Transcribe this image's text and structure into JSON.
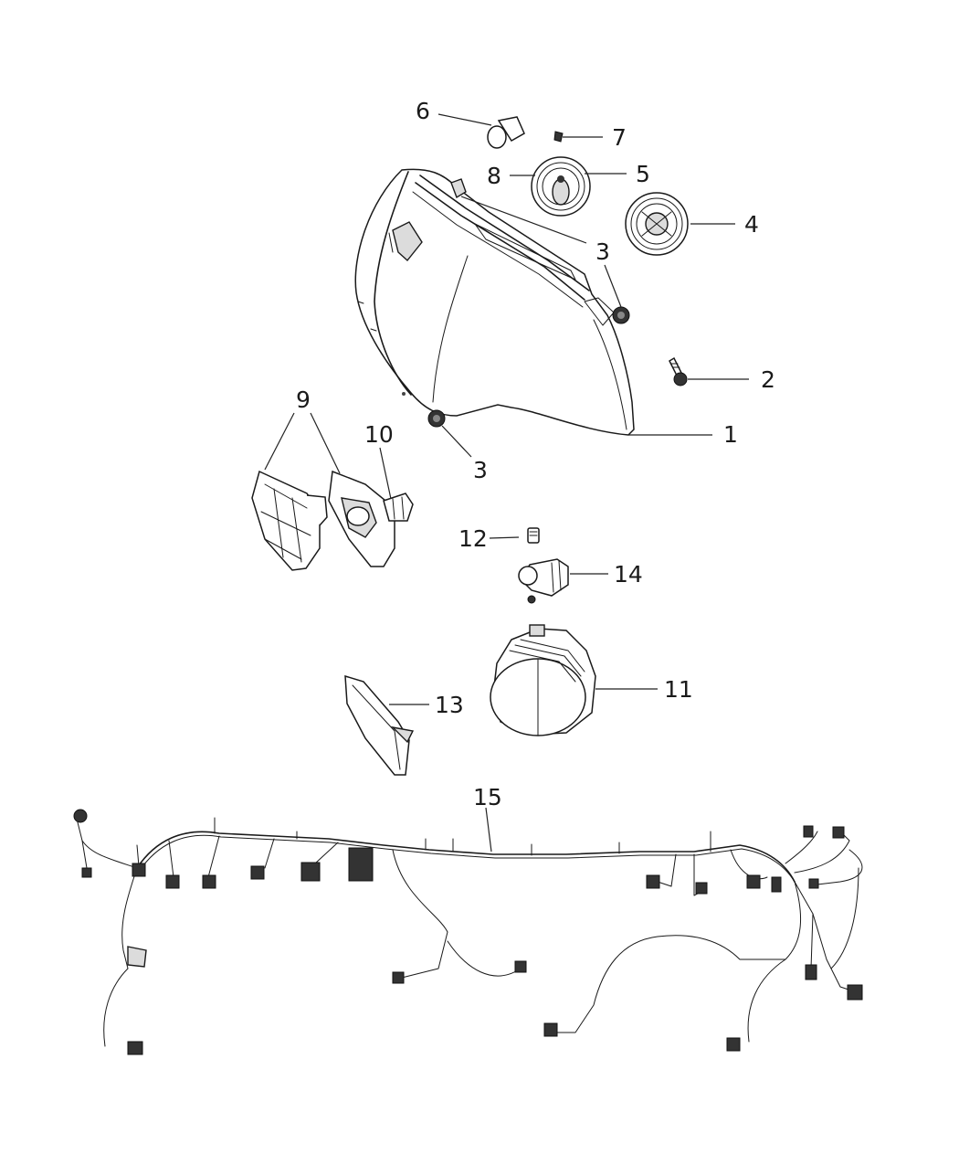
{
  "diagram": {
    "callouts": [
      "1",
      "2",
      "3",
      "3",
      "4",
      "5",
      "6",
      "7",
      "8",
      "9",
      "10",
      "11",
      "12",
      "13",
      "14",
      "15"
    ]
  }
}
